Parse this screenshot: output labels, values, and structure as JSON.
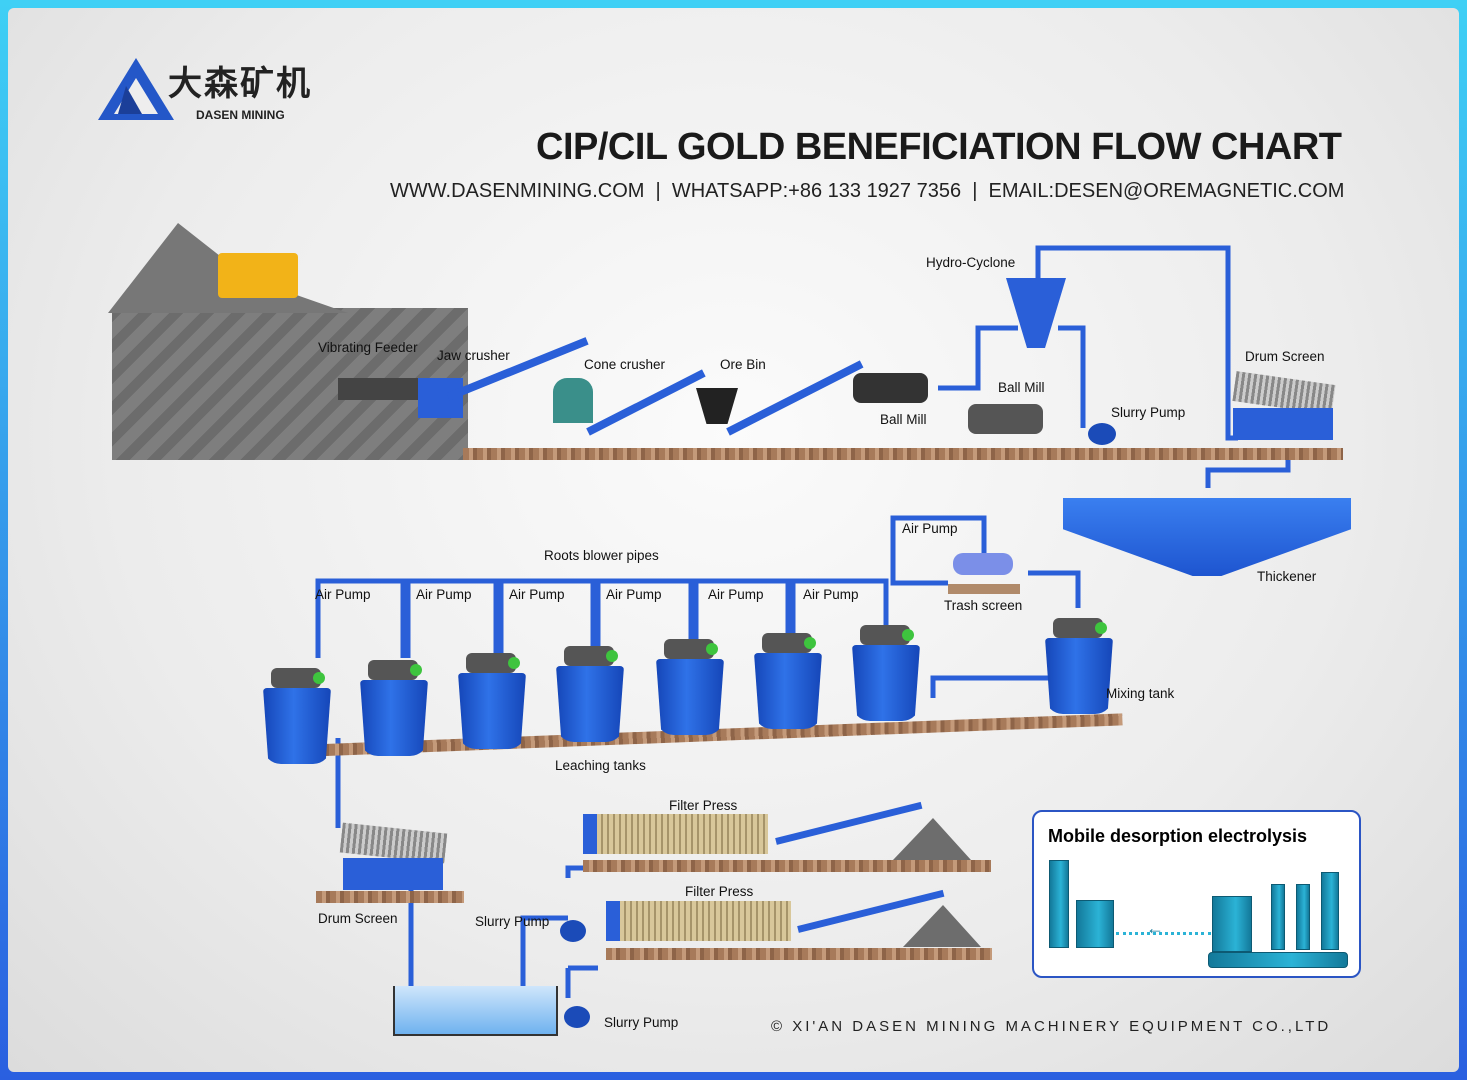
{
  "brand": {
    "name_cn": "大森矿机",
    "name_en": "DASEN MINING"
  },
  "header": {
    "title": "CIP/CIL GOLD BENEFICIATION FLOW CHART",
    "contact": "WWW.DASENMINING.COM  |  WHATSAPP:+86 133 1927 7356  |  EMAIL:DESEN@OREMAGNETIC.COM"
  },
  "stage1": {
    "vibrating_feeder": "Vibrating Feeder",
    "jaw_crusher": "Jaw crusher",
    "cone_crusher": "Cone crusher",
    "ore_bin": "Ore Bin",
    "ball_mill_1": "Ball Mill",
    "ball_mill_2": "Ball Mill",
    "hydro_cyclone": "Hydro-Cyclone",
    "slurry_pump": "Slurry Pump",
    "drum_screen": "Drum Screen"
  },
  "stage2": {
    "thickener": "Thickener",
    "air_pump_top": "Air Pump",
    "trash_screen": "Trash screen",
    "roots_blower": "Roots blower pipes",
    "air_pumps": [
      "Air Pump",
      "Air Pump",
      "Air Pump",
      "Air Pump",
      "Air Pump",
      "Air Pump"
    ],
    "mixing_tank": "Mixing tank",
    "leaching_tanks": "Leaching tanks"
  },
  "stage3": {
    "filter_press_1": "Filter Press",
    "filter_press_2": "Filter Press",
    "drum_screen": "Drum Screen",
    "slurry_pump_1": "Slurry Pump",
    "slurry_pump_2": "Slurry Pump"
  },
  "desorption": {
    "title": "Mobile desorption electrolysis"
  },
  "footer": {
    "copyright": "© XI'AN DASEN MINING MACHINERY EQUIPMENT CO.,LTD"
  },
  "colors": {
    "pipe": "#2a5fd8",
    "tank": "#2f72e8",
    "teal": "#2bb3d6",
    "frame": "#2a5fe0"
  }
}
